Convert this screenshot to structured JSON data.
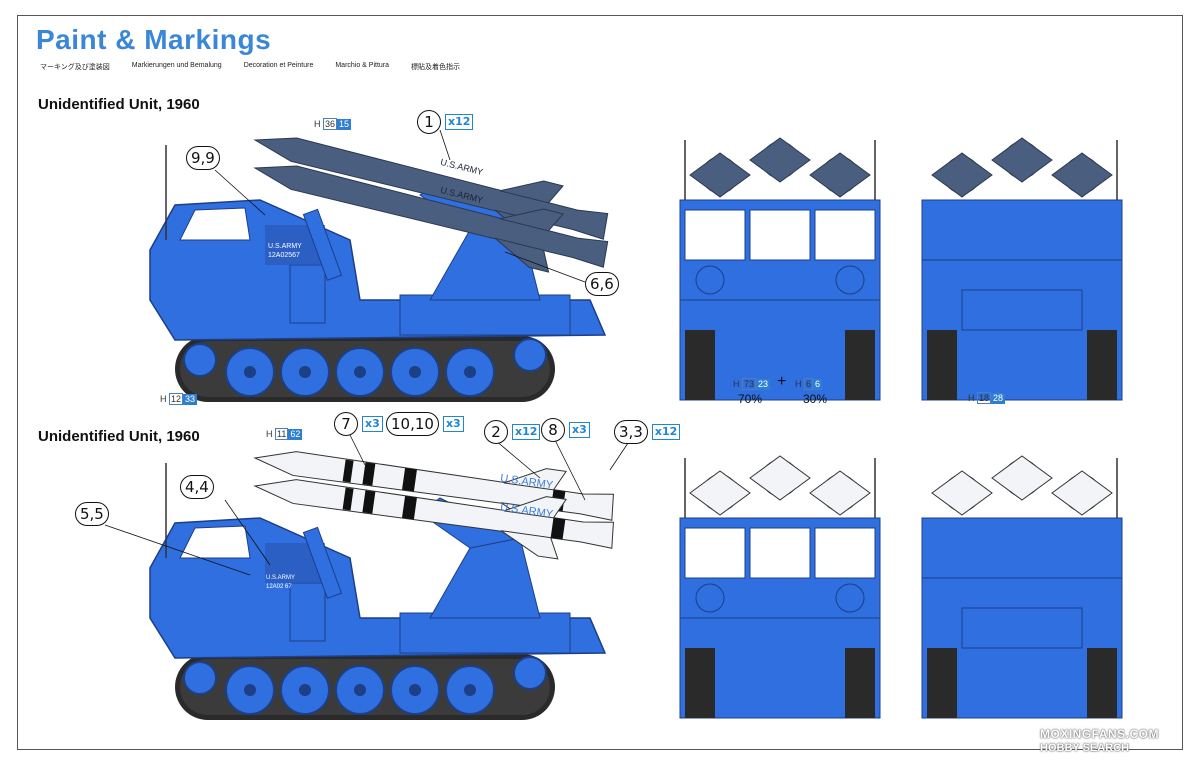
{
  "page": {
    "title": "Paint & Markings",
    "subtitles": [
      "マーキング及び塗装図",
      "Markierungen und Bemalung",
      "Decoration et Peinture",
      "Marchio & Pittura",
      "標貼及着色指示"
    ]
  },
  "sections": [
    {
      "heading": "Unidentified Unit, 1960",
      "vehicle_text": {
        "line1": "U.S.ARMY",
        "line2": "12A02567"
      },
      "missile_text": "U.S.ARMY",
      "callouts": [
        {
          "label": "1",
          "qty": "x12"
        },
        {
          "label": "9,9"
        },
        {
          "label": "6,6"
        }
      ],
      "paint_codes": {
        "missile": {
          "h": "H",
          "code": "36",
          "num": "15"
        },
        "vehicle": {
          "h": "H",
          "code": "12",
          "num": "33"
        },
        "front": {
          "h": "H",
          "code": "73",
          "num": "23",
          "plus": "+",
          "h2": "H",
          "code2": "6",
          "num2": "6",
          "pct1": "70%",
          "pct2": "30%"
        },
        "rear": {
          "h": "H",
          "code": "18",
          "num": "28"
        }
      }
    },
    {
      "heading": "Unidentified Unit, 1960",
      "vehicle_text": {
        "line1": "U.S.ARMY",
        "line2": "12A02 67"
      },
      "missile_text": "U.S.ARMY",
      "callouts": [
        {
          "label": "7",
          "qty": "x3"
        },
        {
          "label": "10,10",
          "qty": "x3"
        },
        {
          "label": "2",
          "qty": "x12"
        },
        {
          "label": "8",
          "qty": "x3"
        },
        {
          "label": "3,3",
          "qty": "x12"
        },
        {
          "label": "4,4"
        },
        {
          "label": "5,5"
        }
      ],
      "paint_codes": {
        "missile": {
          "h": "H",
          "code": "11",
          "num": "62"
        }
      }
    }
  ],
  "watermark": {
    "line1": "MOXINGFANS.COM",
    "line2": "HOBBY SEARCH"
  },
  "colors": {
    "vehicle_blue": "#2f6fe0",
    "title_blue": "#3a87d8",
    "missile_gray": "#4a5e80",
    "missile_white": "#f2f4f8"
  }
}
